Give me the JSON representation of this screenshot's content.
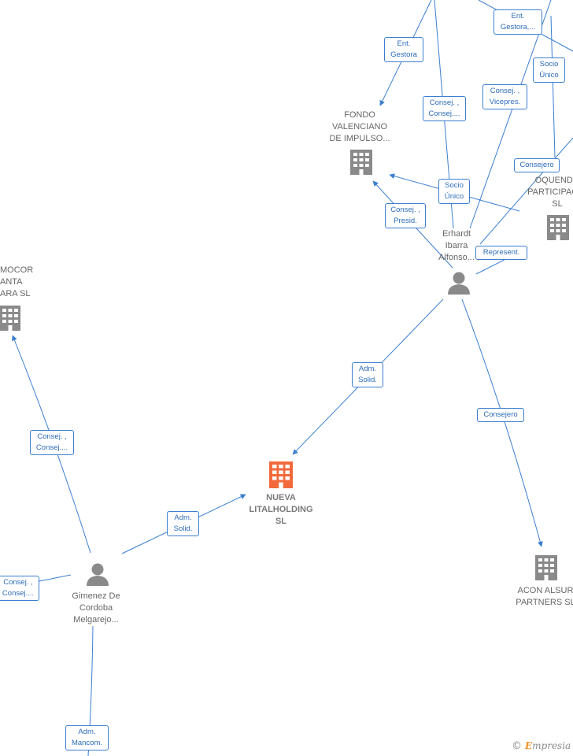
{
  "colors": {
    "edge": "#3b7fd0",
    "company": "#888888",
    "main_company": "#f26a3c",
    "person": "#888888"
  },
  "nodes": {
    "fondo": "FONDO\nVALENCIANO\nDE IMPULSO...",
    "oquendo": "OQUENDO\nPARTICIPACIO\nSL",
    "erhardt": "Erhardt\nIbarra\nAlfonso...",
    "promocor": "MOCOR\nANTA\nARA  SL",
    "nueva": "NUEVA\nLITALHOLDING\nSL",
    "acon": "ACON ALSUR\nPARTNERS  SL",
    "gimenez": "Gimenez De\nCordoba\nMelgarejo..."
  },
  "edges": {
    "ent_gestora_1": "Ent.\nGestora",
    "ent_gestora_2": "Ent.\nGestora,...",
    "socio_unico_1": "Socio\nÚnico",
    "consej_consej_1": "Consej. ,\nConsej....",
    "consej_vicepres": "Consej. ,\nVicepres.",
    "consejero_1": "Consejero",
    "socio_unico_2": "Socio\nÚnico",
    "consej_presid": "Consej. ,\nPresid.",
    "represent": "Represent.",
    "adm_solid_1": "Adm.\nSolid.",
    "consejero_2": "Consejero",
    "consej_consej_2": "Consej. ,\nConsej....",
    "adm_solid_2": "Adm.\nSolid.",
    "consej_consej_3": "Consej. ,\nConsej....",
    "adm_mancom": "Adm.\nMancom."
  },
  "brand": {
    "copyright": "©",
    "initial": "E",
    "rest": "mpresia"
  }
}
